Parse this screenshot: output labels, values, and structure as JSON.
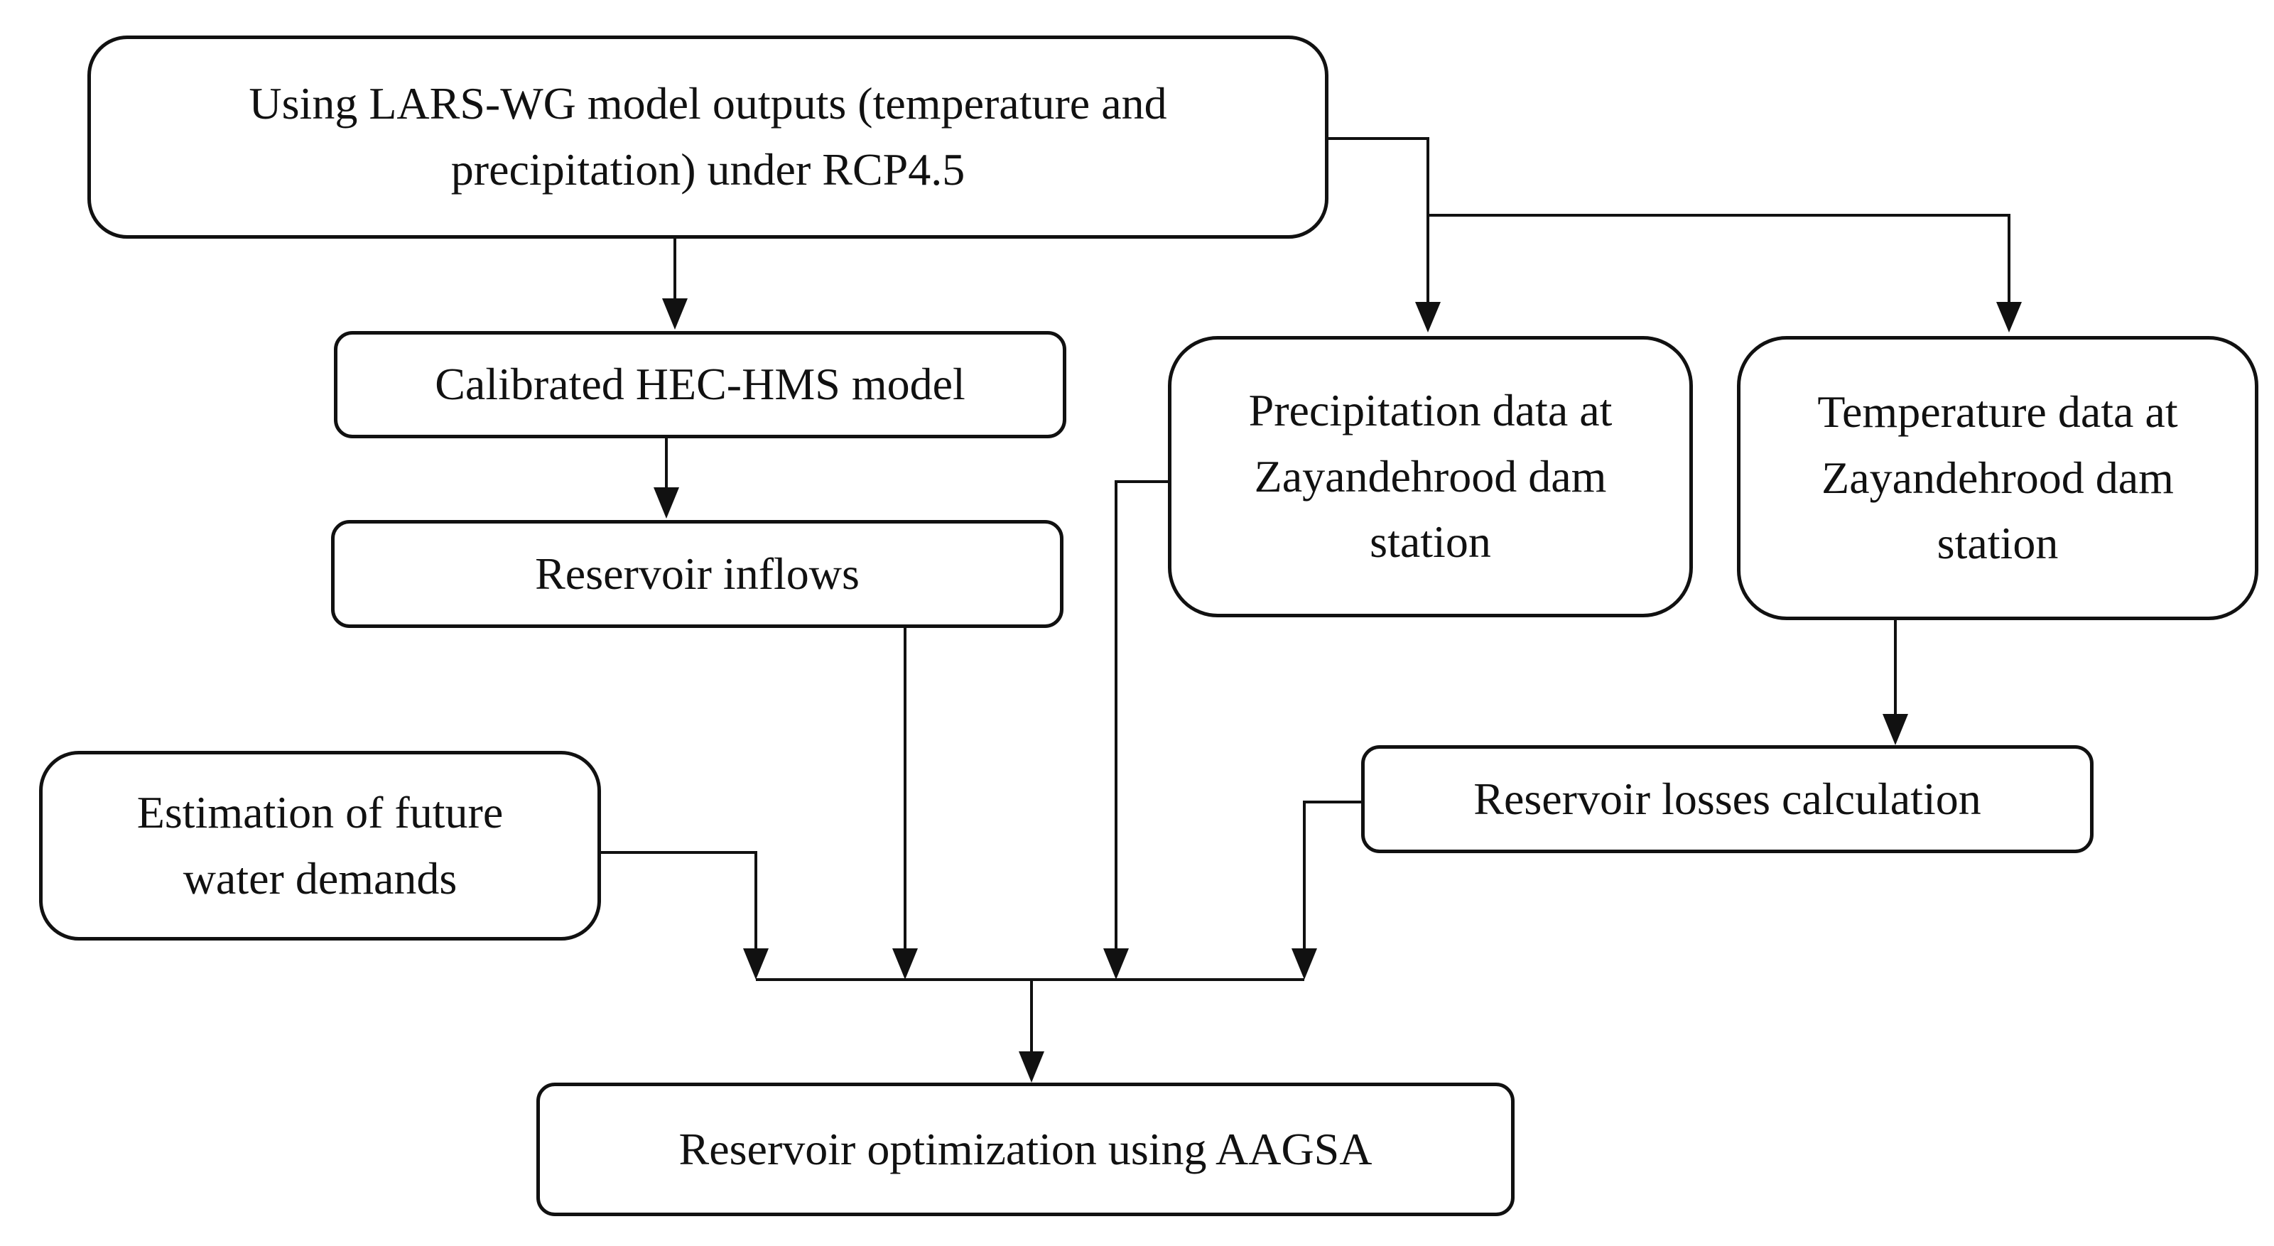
{
  "nodes": {
    "lars_wg": "Using LARS-WG model outputs (temperature and\nprecipitation) under RCP4.5",
    "hec_hms": "Calibrated HEC-HMS model",
    "inflows": "Reservoir inflows",
    "precip": "Precipitation data at\nZayandehrood dam\nstation",
    "temp": "Temperature data at\nZayandehrood dam\nstation",
    "demands": "Estimation of future\nwater demands",
    "losses": "Reservoir losses calculation",
    "optimization": "Reservoir optimization using AAGSA"
  },
  "colors": {
    "stroke": "#111111",
    "background": "#ffffff"
  }
}
